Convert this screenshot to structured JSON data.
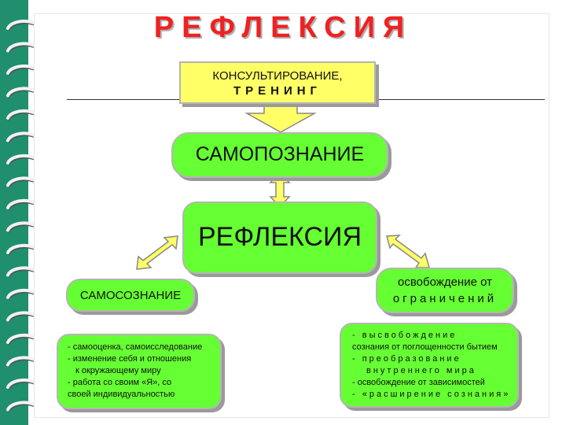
{
  "title": "РЕФЛЕКСИЯ",
  "consult": {
    "line1": "КОНСУЛЬТИРОВАНИЕ,",
    "line2": "ТРЕНИНГ"
  },
  "selfknowledge": "САМОПОЗНАНИЕ",
  "reflexion": "РЕФЛЕКСИЯ",
  "selfawareness": "САМОСОЗНАНИЕ",
  "freedom": {
    "line1": "освобождение от",
    "line2": "ограничений"
  },
  "left_desc": [
    "- самооценка, самоисследование",
    "- изменение себя и отношения",
    "  к окружающему миру",
    "- работа со своим «Я», со",
    "своей индивидуальностью"
  ],
  "right_desc": [
    "- высвобождение",
    "сознания от поглощенности бытием",
    "- преобразование",
    "внутреннего мира",
    "- освобождение от зависимостей",
    "- «расширение сознания»"
  ],
  "colors": {
    "yellow": "#ffff66",
    "green": "#66ff33",
    "title": "#ee2222",
    "frame": "#1f8f6e"
  }
}
